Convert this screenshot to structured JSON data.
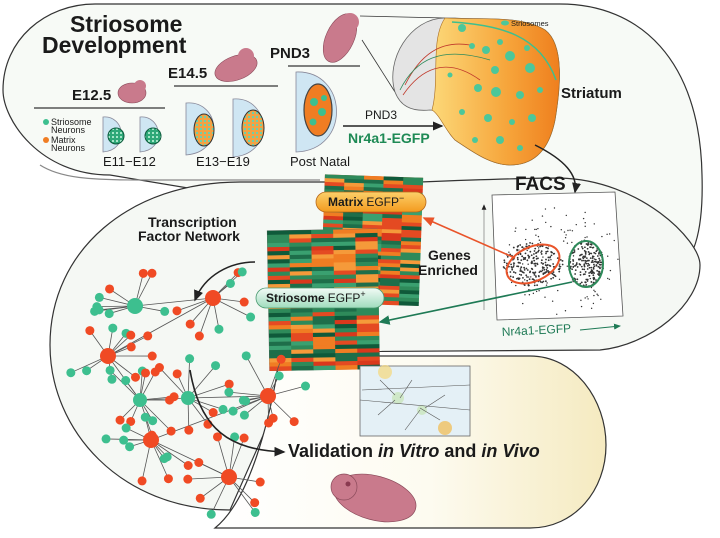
{
  "top_panel": {
    "title_line1": "Striosome",
    "title_line2": "Development",
    "stages": [
      {
        "label": "E12.5",
        "range": "E11−E12"
      },
      {
        "label": "E14.5",
        "range": "E13−E19"
      },
      {
        "label": "PND3",
        "range": "Post Natal"
      }
    ],
    "legend": [
      {
        "label_line1": "Striosome",
        "label_line2": "Neurons",
        "color": "#3dbf8f"
      },
      {
        "label_line1": "Matrix",
        "label_line2": "Neurons",
        "color": "#f07d23"
      }
    ],
    "arrow_label_top": "PND3",
    "arrow_label_bottom": "Nr4a1-EGFP",
    "striosomes_legend": "Striosomes",
    "striatum_label": "Striatum",
    "facs_label": "FACS"
  },
  "middle_panel": {
    "network_title_line1": "Transcription",
    "network_title_line2": "Factor Network",
    "matrix_label_bold": "Matrix",
    "matrix_label_rest": "EGFP",
    "matrix_sup": "−",
    "striosome_label_bold": "Striosome",
    "striosome_label_rest": "EGFP",
    "striosome_sup": "+",
    "genes_line1": "Genes",
    "genes_line2": "Enriched",
    "facs_axis_label": "Nr4a1-EGFP"
  },
  "bottom_panel": {
    "validation_1": "Validation ",
    "validation_2": "in Vitro",
    "validation_3": " and ",
    "validation_4": "in Vivo"
  },
  "colors": {
    "striosome_green": "#3dbf8f",
    "matrix_orange": "#f04a24",
    "orange_fill": "#f5a02a",
    "dark_green": "#1e7a55",
    "panel_bg": "#f7faf6",
    "validation_bg": "#f7efc8",
    "pink": "#c97a8c"
  }
}
